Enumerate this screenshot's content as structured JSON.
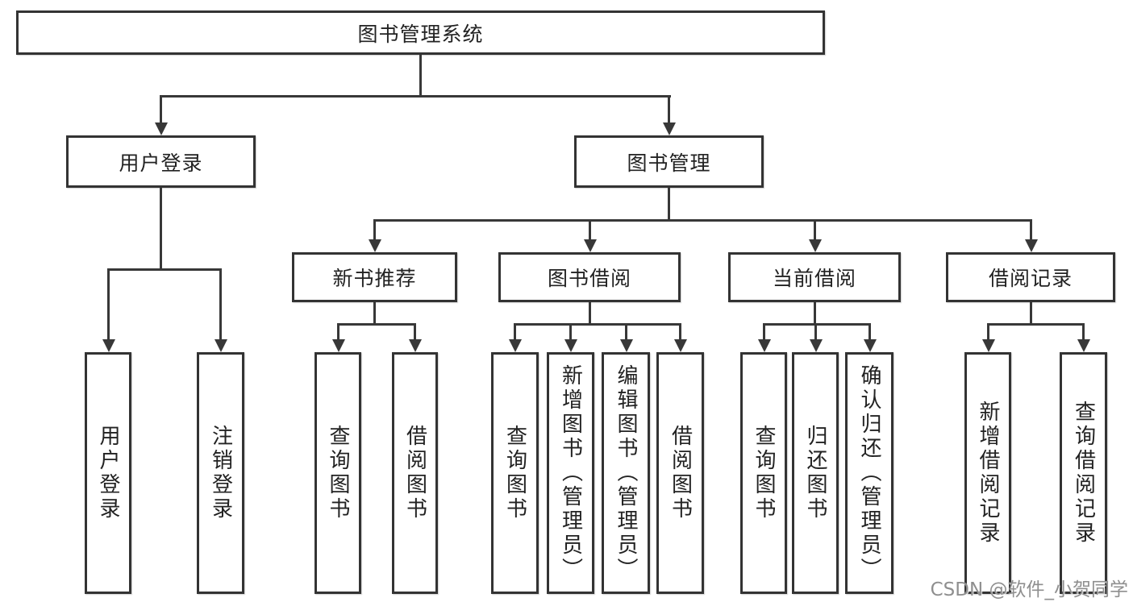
{
  "tree": {
    "root": {
      "label": "图书管理系统",
      "children": [
        {
          "label": "用户登录",
          "children": [
            {
              "label": "用户登录"
            },
            {
              "label": "注销登录"
            }
          ]
        },
        {
          "label": "图书管理",
          "children": [
            {
              "label": "新书推荐",
              "children": [
                {
                  "label": "查询图书"
                },
                {
                  "label": "借阅图书"
                }
              ]
            },
            {
              "label": "图书借阅",
              "children": [
                {
                  "label": "查询图书"
                },
                {
                  "label": "新增图书（管理员）"
                },
                {
                  "label": "编辑图书（管理员）"
                },
                {
                  "label": "借阅图书"
                }
              ]
            },
            {
              "label": "当前借阅",
              "children": [
                {
                  "label": "查询图书"
                },
                {
                  "label": "归还图书"
                },
                {
                  "label": "确认归还（管理员）"
                }
              ]
            },
            {
              "label": "借阅记录",
              "children": [
                {
                  "label": "新增借阅记录"
                },
                {
                  "label": "查询借阅记录"
                }
              ]
            }
          ]
        }
      ]
    }
  },
  "watermark": {
    "text": "CSDN @软件_小贺同学"
  },
  "colors": {
    "line": "#383838",
    "box_border": "#333333",
    "background": "#ffffff",
    "watermark_gray": "#8f8f8f"
  }
}
